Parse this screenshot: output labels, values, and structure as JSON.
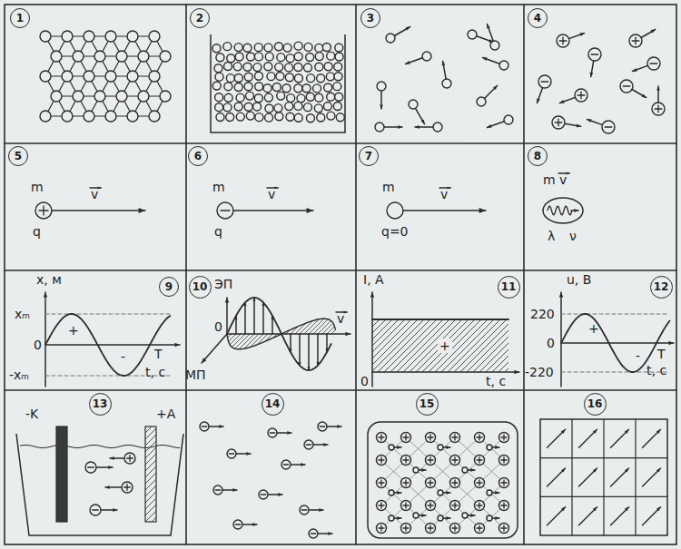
{
  "diagram": {
    "nodes": [
      {
        "text": [
          "1"
        ]
      },
      {
        "text": [
          "2"
        ]
      },
      {
        "text": [
          "3"
        ]
      },
      {
        "text": [
          "4"
        ]
      },
      {
        "text": [
          "5"
        ]
      },
      {
        "text": [
          "6"
        ]
      },
      {
        "text": [
          "7"
        ]
      },
      {
        "text": [
          "8"
        ]
      },
      {
        "text": [
          "9"
        ]
      },
      {
        "text": [
          "10"
        ]
      },
      {
        "text": [
          "11"
        ]
      },
      {
        "text": [
          "12"
        ]
      },
      {
        "text": [
          "13"
        ]
      },
      {
        "text": [
          "14"
        ]
      },
      {
        "text": [
          "15"
        ]
      },
      {
        "text": [
          "16"
        ]
      }
    ],
    "labels": [
      "m",
      "v",
      "q",
      "m",
      "v",
      "q",
      "m",
      "v",
      "q=0",
      "m",
      "v",
      "λ",
      "ν",
      "x, м",
      "xₘ",
      "0",
      "+",
      "-",
      "T",
      "t, c",
      "-xₘ",
      "ЭП",
      "0",
      "v",
      "МП",
      "I, A",
      "+",
      "0",
      "t, c",
      "u, B",
      "220",
      "0",
      "+",
      "-",
      "T",
      "t, c",
      "-220",
      "-K",
      "+A"
    ]
  }
}
